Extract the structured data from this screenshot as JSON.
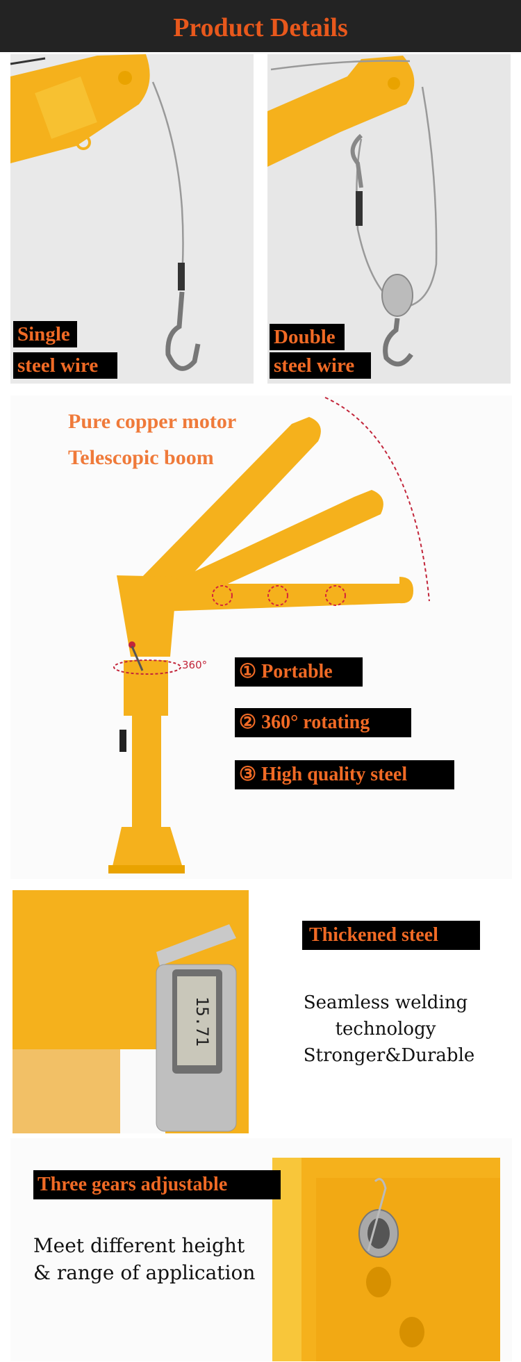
{
  "header": {
    "title": "Product Details"
  },
  "wire_panels": [
    {
      "line1": "Single",
      "line2": "steel wire"
    },
    {
      "line1": "Double",
      "line2": "steel wire"
    }
  ],
  "crane_section": {
    "heading1": "Pure copper motor",
    "heading2": "Telescopic boom",
    "rotation_label": "360°",
    "features": [
      "① Portable",
      "② 360° rotating",
      "③ High quality steel"
    ]
  },
  "steel_section": {
    "label": "Thickened steel",
    "caliper_reading": "15.71",
    "lines": [
      "Seamless welding",
      "technology",
      "Stronger&Durable"
    ]
  },
  "gears_section": {
    "label": "Three gears adjustable",
    "lines": [
      "Meet different height",
      "& range of application"
    ]
  },
  "colors": {
    "accent_orange": "#e8581c",
    "crane_yellow": "#f7b51e",
    "header_bg": "#232323"
  }
}
